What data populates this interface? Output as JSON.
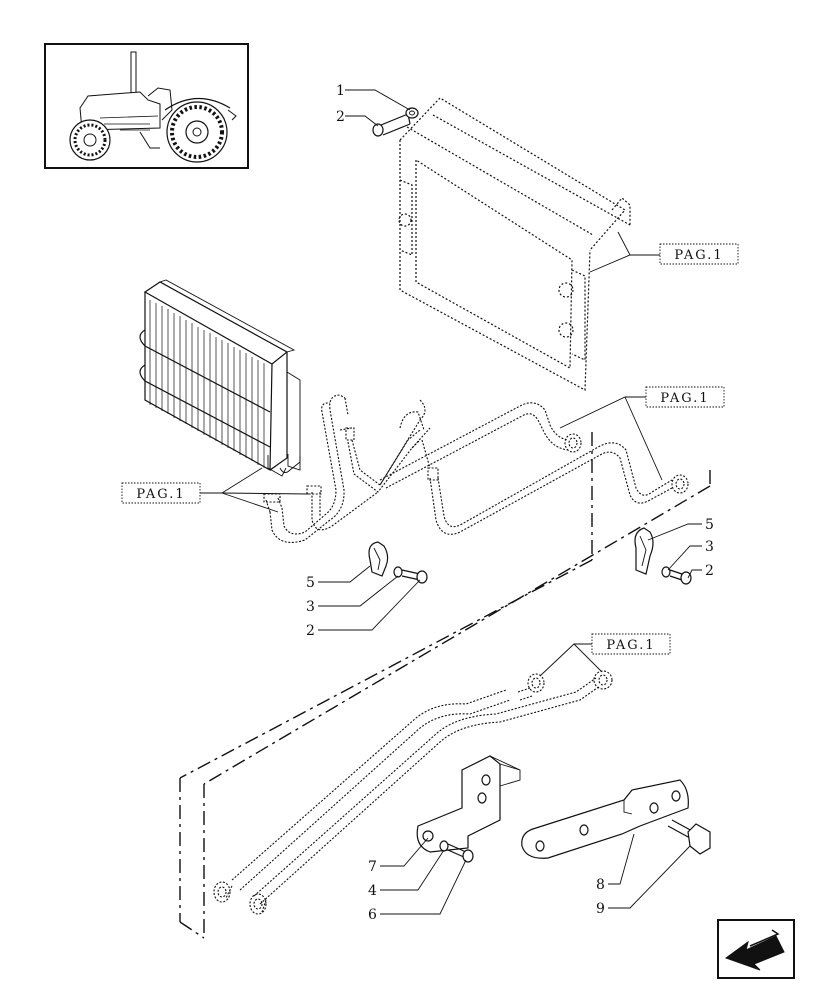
{
  "figure": {
    "callout_numbers": [
      "1",
      "2",
      "3",
      "4",
      "5",
      "6",
      "7",
      "8",
      "9"
    ],
    "page_reference": "PAG.1",
    "icons": {
      "thumbnail": "tractor-thumbnail-icon",
      "navigation": "previous-page-arrow-icon"
    }
  }
}
